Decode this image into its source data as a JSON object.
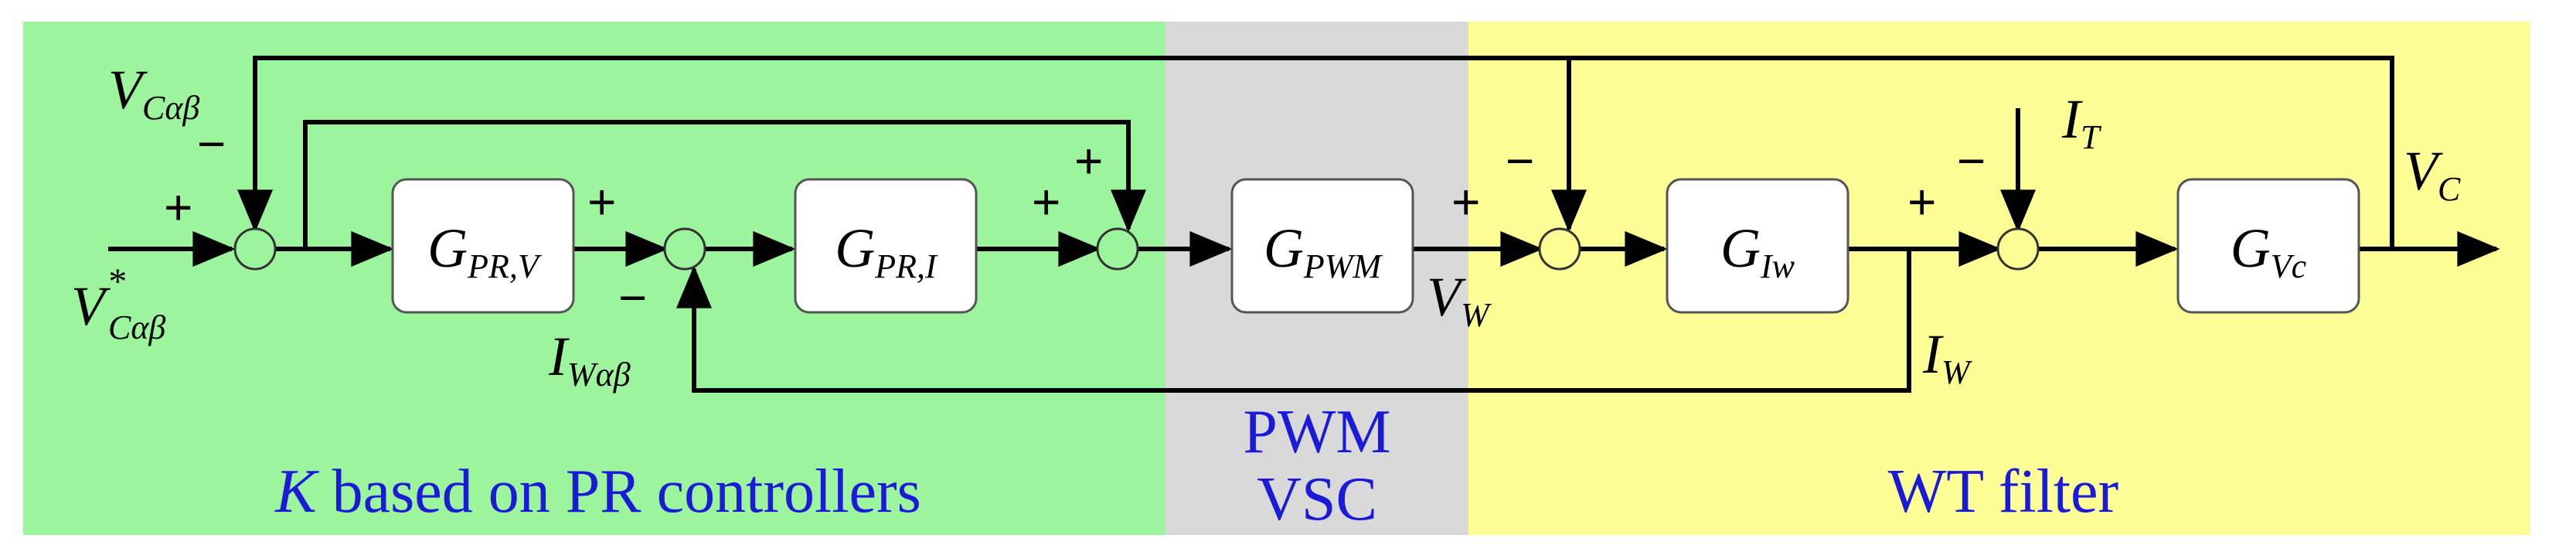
{
  "regions": {
    "controller": {
      "title_italic": "K",
      "title_rest": " based on PR controllers",
      "color": "#9cf59c"
    },
    "pwm": {
      "line1": "PWM",
      "line2": "VSC",
      "color": "#d9d9d9"
    },
    "filter": {
      "title": "WT filter",
      "color": "#fdfd96"
    }
  },
  "title_color": "#1a1ad8",
  "blocks": {
    "gprv": {
      "base": "G",
      "sub": "PR,V"
    },
    "gpri": {
      "base": "G",
      "sub": "PR,I"
    },
    "gpwm": {
      "base": "G",
      "sub": "PWM"
    },
    "giw": {
      "base": "G",
      "sub": "Iw"
    },
    "gvc": {
      "base": "G",
      "sub": "Vc"
    }
  },
  "signals": {
    "vcab_fb": {
      "base": "V",
      "sub": "Cαβ"
    },
    "vcab_ref": {
      "base": "V",
      "sup": "*",
      "sub": "Cαβ"
    },
    "iwab": {
      "base": "I",
      "sub": "Wαβ"
    },
    "vw": {
      "base": "V",
      "sub": "W"
    },
    "iw": {
      "base": "I",
      "sub": "W"
    },
    "it": {
      "base": "I",
      "sub": "T"
    },
    "vc": {
      "base": "V",
      "sub": "C"
    }
  },
  "signs": {
    "plus": "+",
    "minus": "−"
  }
}
